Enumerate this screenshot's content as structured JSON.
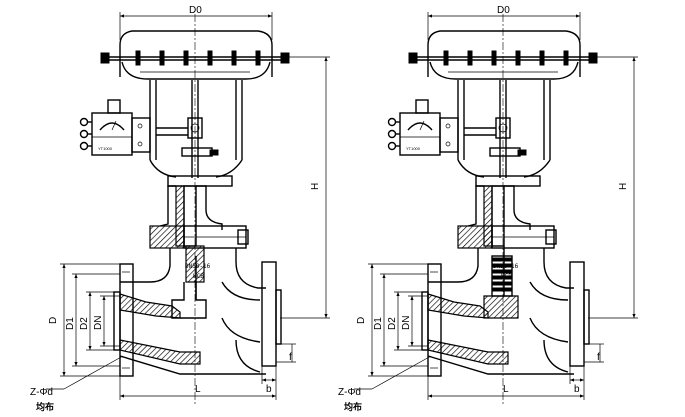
{
  "drawings": [
    {
      "id": "left",
      "labels": {
        "diaphragm_dia": "D0",
        "height": "H",
        "flange_outer": "D",
        "bolt_circle": "D1",
        "raised_face": "D2",
        "nominal": "DN",
        "length": "L",
        "flange_thickness": "b",
        "face_height": "f",
        "bolt_holes": "Z-Φd",
        "bolt_holes_note": "均布"
      },
      "body_marking_1": "DN50-16",
      "body_marking_2": "WCB",
      "positioner_text": "YT1000",
      "internal": "plug"
    },
    {
      "id": "right",
      "labels": {
        "diaphragm_dia": "D0",
        "height": "H",
        "flange_outer": "D",
        "bolt_circle": "D1",
        "raised_face": "D2",
        "nominal": "DN",
        "length": "L",
        "flange_thickness": "b",
        "face_height": "f",
        "bolt_holes": "Z-Φd",
        "bolt_holes_note": "均布"
      },
      "body_marking_1": "DN50-16",
      "body_marking_2": "WCB",
      "positioner_text": "YT1000",
      "internal": "bellows"
    }
  ],
  "colors": {
    "ink": "#000000",
    "background": "#ffffff"
  }
}
